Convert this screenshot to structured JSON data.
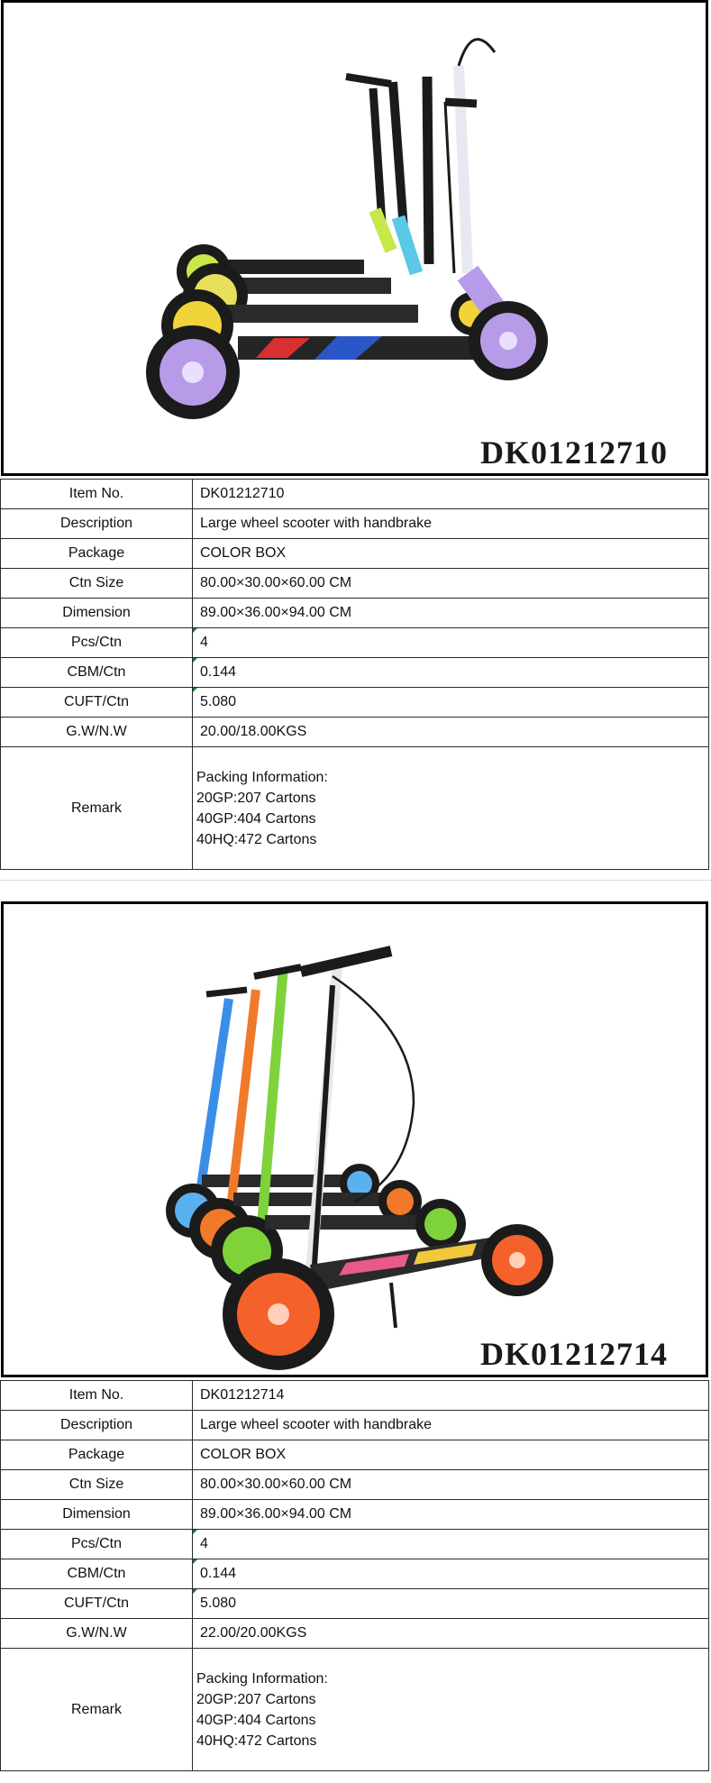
{
  "products": [
    {
      "code_label": "DK01212710",
      "rows": [
        {
          "key": "Item No.",
          "value": "DK01212710"
        },
        {
          "key": "Description",
          "value": "Large wheel scooter with handbrake"
        },
        {
          "key": "Package",
          "value": "COLOR BOX"
        },
        {
          "key": "Ctn Size",
          "value": "80.00×30.00×60.00 CM"
        },
        {
          "key": "Dimension",
          "value": "89.00×36.00×94.00 CM"
        },
        {
          "key": "Pcs/Ctn",
          "value": "4"
        },
        {
          "key": "CBM/Ctn",
          "value": "0.144"
        },
        {
          "key": "CUFT/Ctn",
          "value": "5.080"
        },
        {
          "key": "G.W/N.W",
          "value": "20.00/18.00KGS"
        }
      ],
      "remark": {
        "key": "Remark",
        "lines": [
          "Packing Information:",
          "20GP:207 Cartons",
          "40GP:404 Cartons",
          "40HQ:472 Cartons"
        ]
      },
      "scooter_colors": [
        "#c7e84a",
        "#5cc8e8",
        "#3a3a3a",
        "#b79be8"
      ]
    },
    {
      "code_label": "DK01212714",
      "rows": [
        {
          "key": "Item No.",
          "value": "DK01212714"
        },
        {
          "key": "Description",
          "value": "Large wheel scooter with handbrake"
        },
        {
          "key": "Package",
          "value": "COLOR BOX"
        },
        {
          "key": "Ctn Size",
          "value": "80.00×30.00×60.00 CM"
        },
        {
          "key": "Dimension",
          "value": "89.00×36.00×94.00 CM"
        },
        {
          "key": "Pcs/Ctn",
          "value": "4"
        },
        {
          "key": "CBM/Ctn",
          "value": "0.144"
        },
        {
          "key": "CUFT/Ctn",
          "value": "5.080"
        },
        {
          "key": "G.W/N.W",
          "value": "22.00/20.00KGS"
        }
      ],
      "remark": {
        "key": "Remark",
        "lines": [
          "Packing Information:",
          "20GP:207 Cartons",
          "40GP:404 Cartons",
          "40HQ:472 Cartons"
        ]
      },
      "scooter_colors": [
        "#3b8ee8",
        "#f07a2a",
        "#7ed23a",
        "#f5612a"
      ]
    }
  ]
}
